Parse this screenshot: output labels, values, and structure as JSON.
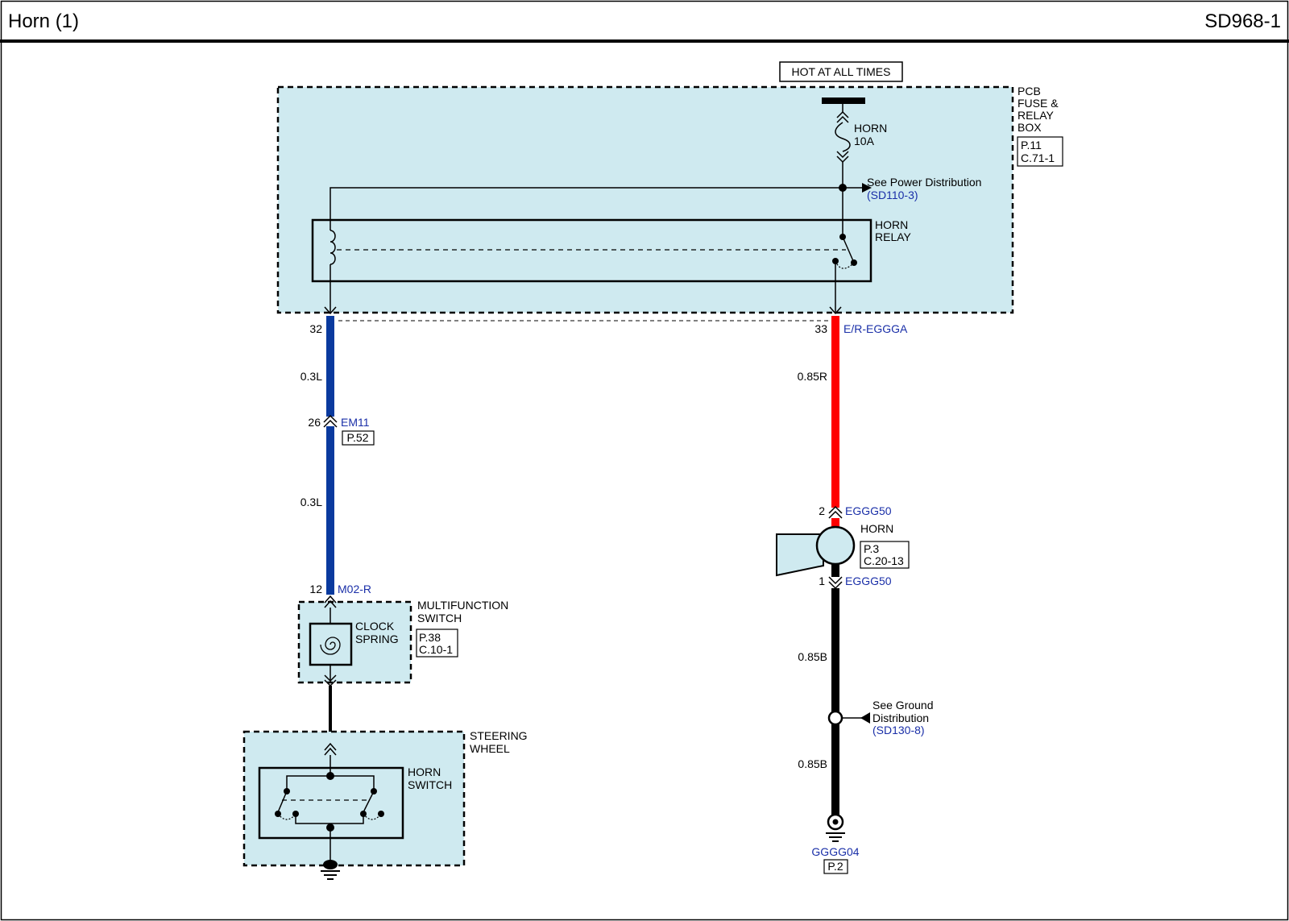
{
  "header": {
    "title": "Horn (1)",
    "code": "SD968-1"
  },
  "colors": {
    "box_fill": "#cfeaf0",
    "wire_blue": "#0a3a9e",
    "wire_red": "#ff0000",
    "wire_black": "#000000",
    "link_text": "#1a2fa8"
  },
  "power": {
    "label": "HOT AT ALL TIMES"
  },
  "fuse_box": {
    "name": [
      "PCB",
      "FUSE &",
      "RELAY",
      "BOX"
    ],
    "refs": [
      "P.11",
      "C.71-1"
    ]
  },
  "fuse": {
    "name": "HORN",
    "rating": "10A"
  },
  "power_distribution": {
    "text": "See Power Distribution",
    "ref": "(SD110-3)"
  },
  "relay": {
    "name": [
      "HORN",
      "RELAY"
    ]
  },
  "left_wire": {
    "pin_top": "32",
    "gauge_1": "0.3L",
    "connector_pin": "26",
    "connector": "EM11",
    "connector_ref": "P.52",
    "gauge_2": "0.3L",
    "bottom_pin": "12",
    "bottom_connector": "M02-R"
  },
  "right_wire": {
    "pin_top": "33",
    "connector_top": "E/R-EGGGA",
    "gauge_1": "0.85R",
    "horn_pin_in": "2",
    "horn_connector": "EGGG50",
    "horn_pin_out": "1",
    "horn_connector_out": "EGGG50",
    "gauge_2": "0.85B",
    "gauge_3": "0.85B"
  },
  "horn": {
    "name": "HORN",
    "refs": [
      "P.3",
      "C.20-13"
    ]
  },
  "multifunction_switch": {
    "name": [
      "MULTIFUNCTION",
      "SWITCH"
    ],
    "refs": [
      "P.38",
      "C.10-1"
    ]
  },
  "clock_spring": {
    "name": [
      "CLOCK",
      "SPRING"
    ]
  },
  "steering_wheel": {
    "name": [
      "STEERING",
      "WHEEL"
    ]
  },
  "horn_switch": {
    "name": [
      "HORN",
      "SWITCH"
    ]
  },
  "ground_distribution": {
    "text": [
      "See Ground",
      "Distribution"
    ],
    "ref": "(SD130-8)"
  },
  "ground": {
    "name": "GGGG04",
    "ref": "P.2"
  }
}
